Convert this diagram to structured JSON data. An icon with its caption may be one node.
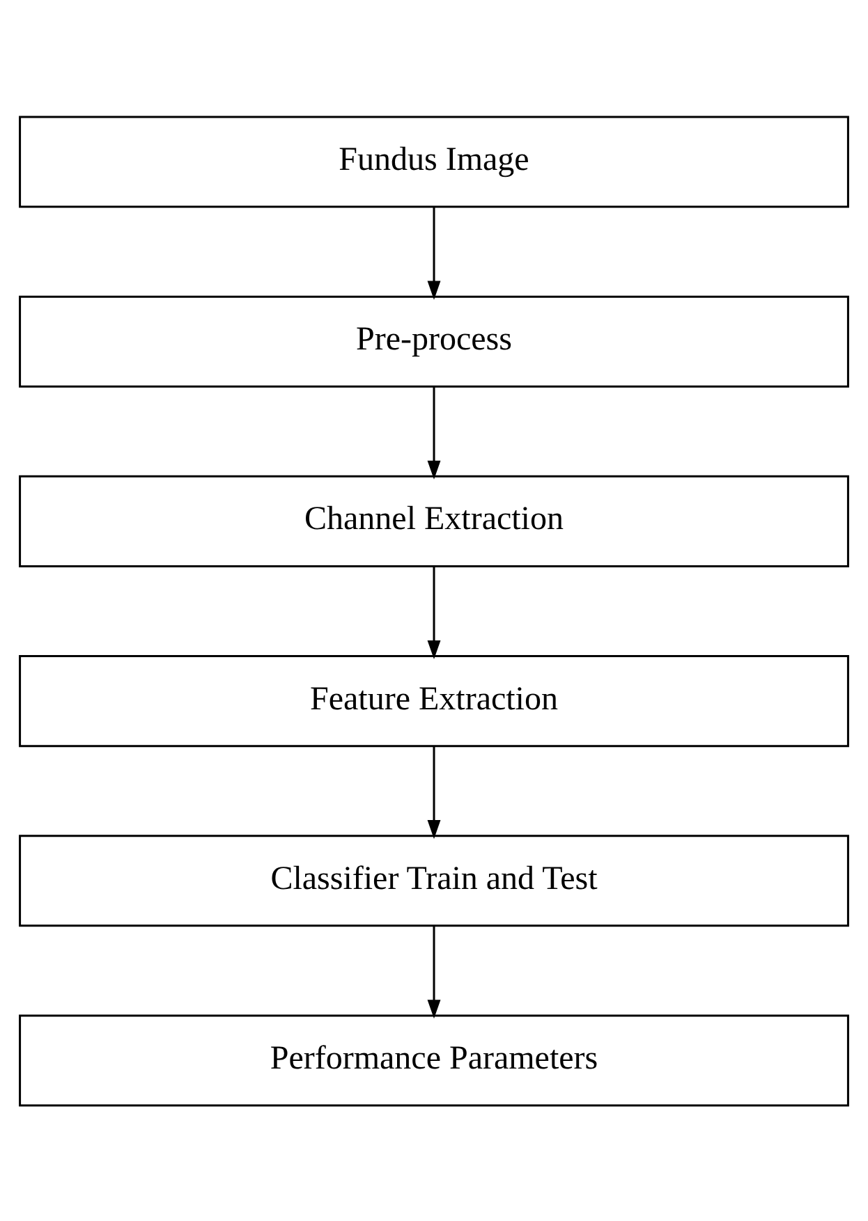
{
  "diagram": {
    "nodes": [
      {
        "text": [
          "Fundus Image"
        ]
      },
      {
        "text": [
          "Pre-process"
        ]
      },
      {
        "text": [
          "Channel Extraction"
        ]
      },
      {
        "text": [
          "Feature Extraction"
        ]
      },
      {
        "text": [
          "Classifier Train and Test"
        ]
      },
      {
        "text": [
          "Performance Parameters"
        ]
      }
    ],
    "edges": [
      {
        "from": 0,
        "to": 1,
        "arrow": "to"
      },
      {
        "from": 1,
        "to": 2,
        "arrow": "to"
      },
      {
        "from": 2,
        "to": 3,
        "arrow": "to"
      },
      {
        "from": 3,
        "to": 4,
        "arrow": "to"
      },
      {
        "from": 4,
        "to": 5,
        "arrow": "to"
      }
    ]
  }
}
